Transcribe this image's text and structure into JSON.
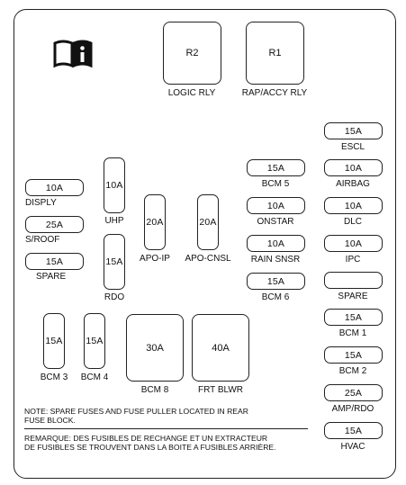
{
  "relays": {
    "r2": {
      "rating": "R2",
      "label": "LOGIC RLY"
    },
    "r1": {
      "rating": "R1",
      "label": "RAP/ACCY RLY"
    }
  },
  "left_fuses": {
    "disply": {
      "rating": "10A",
      "label": "DISPLY"
    },
    "sroof": {
      "rating": "25A",
      "label": "S/ROOF"
    },
    "spare": {
      "rating": "15A",
      "label": "SPARE"
    }
  },
  "uhp": {
    "rating": "10A",
    "label": "UHP"
  },
  "rdo": {
    "rating": "15A",
    "label": "RDO"
  },
  "apo_ip": {
    "rating": "20A",
    "label": "APO-IP"
  },
  "apo_cnsl": {
    "rating": "20A",
    "label": "APO-CNSL"
  },
  "mid_fuses": {
    "bcm5": {
      "rating": "15A",
      "label": "BCM 5"
    },
    "onstar": {
      "rating": "10A",
      "label": "ONSTAR"
    },
    "rain_snsr": {
      "rating": "10A",
      "label": "RAIN SNSR"
    },
    "bcm6": {
      "rating": "15A",
      "label": "BCM 6"
    }
  },
  "right_fuses": {
    "escl": {
      "rating": "15A",
      "label": "ESCL"
    },
    "airbag": {
      "rating": "10A",
      "label": "AIRBAG"
    },
    "dlc": {
      "rating": "10A",
      "label": "DLC"
    },
    "ipc": {
      "rating": "10A",
      "label": "IPC"
    },
    "spare": {
      "rating": "",
      "label": "SPARE"
    },
    "bcm1": {
      "rating": "15A",
      "label": "BCM 1"
    },
    "bcm2": {
      "rating": "15A",
      "label": "BCM 2"
    },
    "amp_rdo": {
      "rating": "25A",
      "label": "AMP/RDO"
    },
    "hvac": {
      "rating": "15A",
      "label": "HVAC"
    }
  },
  "bottom": {
    "bcm3": {
      "rating": "15A",
      "label": "BCM 3"
    },
    "bcm4": {
      "rating": "15A",
      "label": "BCM 4"
    },
    "bcm8": {
      "rating": "30A",
      "label": "BCM 8"
    },
    "frt_blwr": {
      "rating": "40A",
      "label": "FRT BLWR"
    }
  },
  "notes": {
    "note_line1": "NOTE:  SPARE FUSES AND FUSE PULLER LOCATED IN REAR",
    "note_line2": "FUSE BLOCK.",
    "remarque_line1": "REMARQUE:  DES FUSIBLES DE RECHANGE ET UN EXTRACTEUR",
    "remarque_line2": "DE FUSIBLES SE TROUVENT DANS LA BOITE A FUSIBLES ARRIÈRE."
  },
  "icons": {
    "manual": "owner-manual-info-icon"
  }
}
